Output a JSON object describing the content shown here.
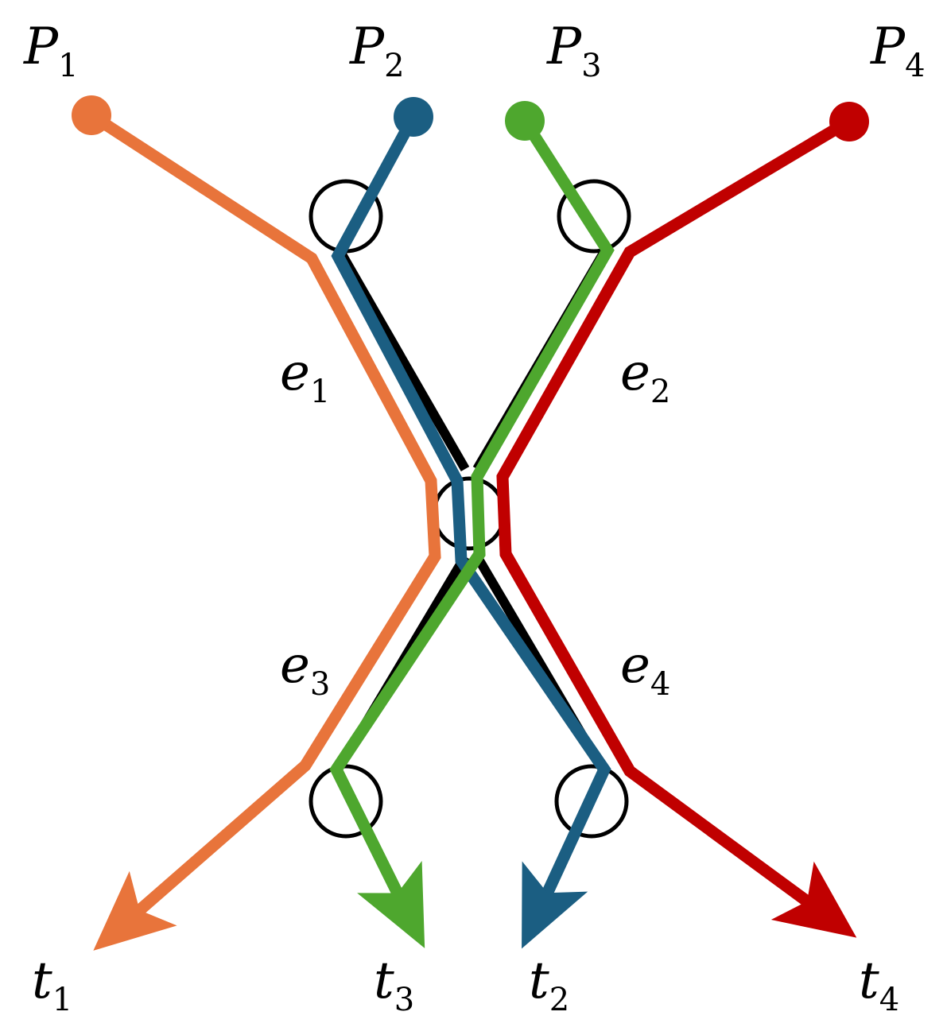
{
  "colors": {
    "p1": "#E8743B",
    "p2": "#1B5E82",
    "p3": "#4EA72E",
    "p4": "#C00000",
    "circle": "#000000"
  },
  "labels": {
    "P1": {
      "base": "P",
      "sub": "1"
    },
    "P2": {
      "base": "P",
      "sub": "2"
    },
    "P3": {
      "base": "P",
      "sub": "3"
    },
    "P4": {
      "base": "P",
      "sub": "4"
    },
    "e1": {
      "base": "e",
      "sub": "1"
    },
    "e2": {
      "base": "e",
      "sub": "2"
    },
    "e3": {
      "base": "e",
      "sub": "3"
    },
    "e4": {
      "base": "e",
      "sub": "4"
    },
    "t1": {
      "base": "t",
      "sub": "1"
    },
    "t2": {
      "base": "t",
      "sub": "2"
    },
    "t3": {
      "base": "t",
      "sub": "3"
    },
    "t4": {
      "base": "t",
      "sub": "4"
    }
  }
}
